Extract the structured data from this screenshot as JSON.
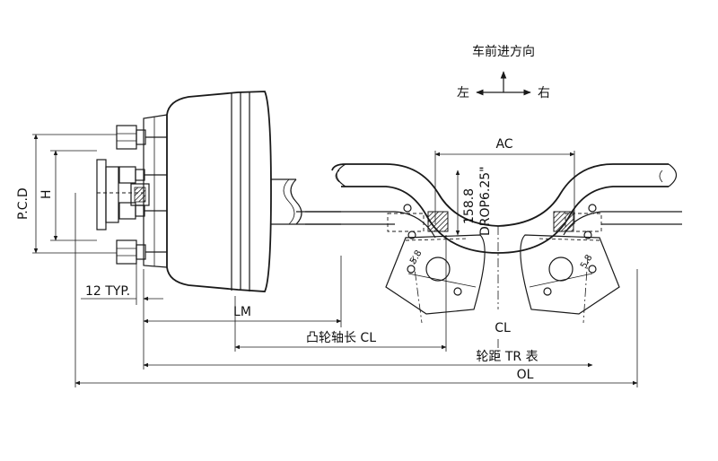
{
  "labels": {
    "direction_title": "车前进方向",
    "left": "左",
    "right": "右",
    "pcd": "P.C.D",
    "h": "H",
    "typ": "12 TYP.",
    "lm": "LM",
    "cam_length": "凸轮轴长 CL",
    "track": "轮距 TR 表",
    "ol": "OL",
    "ac": "AC",
    "dim_158": "158.8",
    "drop": "DROP6.25\"",
    "cl": "CL"
  },
  "colors": {
    "line": "#1a1a1a",
    "background": "#ffffff"
  }
}
